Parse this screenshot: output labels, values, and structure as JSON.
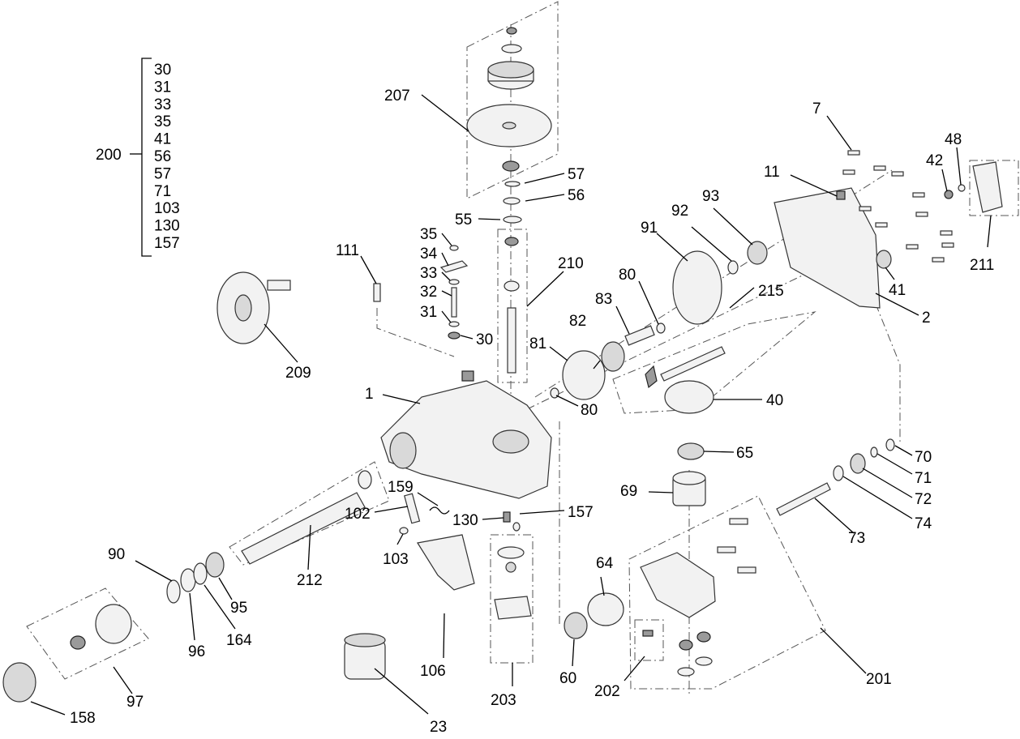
{
  "kit": {
    "id": "200",
    "items": [
      "30",
      "31",
      "33",
      "35",
      "41",
      "56",
      "57",
      "71",
      "103",
      "130",
      "157"
    ]
  },
  "callouts": {
    "c1": "1",
    "c2": "2",
    "c7": "7",
    "c11": "11",
    "c23": "23",
    "c30": "30",
    "c31": "31",
    "c32": "32",
    "c33": "33",
    "c34": "34",
    "c35": "35",
    "c40": "40",
    "c41": "41",
    "c42": "42",
    "c48": "48",
    "c55": "55",
    "c56": "56",
    "c57": "57",
    "c60": "60",
    "c64": "64",
    "c65": "65",
    "c69": "69",
    "c70": "70",
    "c71": "71",
    "c72": "72",
    "c73": "73",
    "c74": "74",
    "c80a": "80",
    "c80b": "80",
    "c81": "81",
    "c82": "82",
    "c83": "83",
    "c90": "90",
    "c91": "91",
    "c92": "92",
    "c93": "93",
    "c95": "95",
    "c96": "96",
    "c97": "97",
    "c102": "102",
    "c103": "103",
    "c106": "106",
    "c111": "111",
    "c130": "130",
    "c157": "157",
    "c158": "158",
    "c159": "159",
    "c164": "164",
    "c201": "201",
    "c202": "202",
    "c203": "203",
    "c207": "207",
    "c209": "209",
    "c210": "210",
    "c211": "211",
    "c212": "212",
    "c215": "215"
  }
}
